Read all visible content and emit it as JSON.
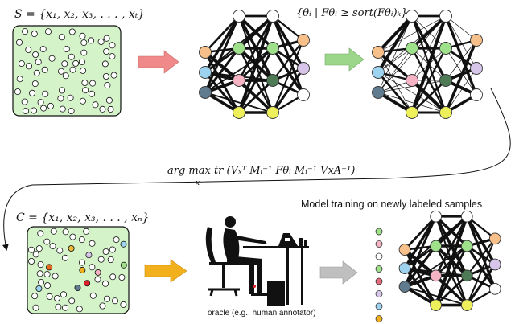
{
  "labels": {
    "set_s": "S = {x₁, x₂, x₃, . . . , xₜ}",
    "set_c": "C = {x₁, x₂, x₃, . . . , xₙ}",
    "selection_rule": "{θᵢ | Fθᵢ ≥ sort(Fθᵢ)ₖ}",
    "objective_main": "arg max tr (Vₓᵀ Mᵢ⁻¹ Fθᵢ Mᵢ⁻¹ VxA⁻¹)",
    "objective_sub": "x",
    "training_caption": "Model training on newly labeled samples",
    "oracle_caption": "oracle (e.g., human annotator)"
  },
  "colors": {
    "pool_fill": "#d5f3c9",
    "arrow_red": "#f08a8a",
    "arrow_green": "#9bd68a",
    "arrow_orange": "#f3b01d",
    "arrow_gray": "#bfbfbf",
    "node_white": "#ffffff",
    "node_orange": "#f7c08a",
    "node_blue": "#9ed3ef",
    "node_gray": "#607a8e",
    "node_green_light": "#9fe08a",
    "node_pink": "#f5b3c3",
    "node_green_dark": "#4e7a55",
    "node_lilac": "#d8c6ea",
    "node_yellow": "#eef05b"
  },
  "icons": [
    "neural-network-icon",
    "human-annotator-icon",
    "arrow-icon"
  ]
}
